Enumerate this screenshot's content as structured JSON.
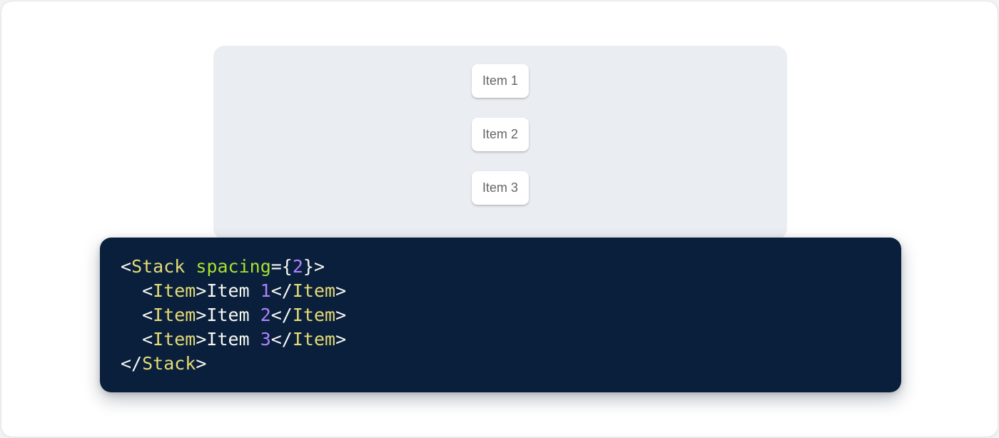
{
  "demo": {
    "panel_background": "#eaedf1",
    "items": [
      {
        "label": "Item 1"
      },
      {
        "label": "Item 2"
      },
      {
        "label": "Item 3"
      }
    ]
  },
  "code_block": {
    "background": "#0a1f3c",
    "language": "jsx",
    "colors": {
      "plain": "#f8f8f2",
      "tag": "#e6db74",
      "attr_name": "#a6e22e",
      "number": "#ae81ff"
    },
    "source": "<Stack spacing={2}>\n  <Item>Item 1</Item>\n  <Item>Item 2</Item>\n  <Item>Item 3</Item>\n</Stack>",
    "lines": [
      [
        {
          "t": "p",
          "s": "<"
        },
        {
          "t": "tag",
          "s": "Stack"
        },
        {
          "t": "p",
          "s": " "
        },
        {
          "t": "attr",
          "s": "spacing"
        },
        {
          "t": "p",
          "s": "={"
        },
        {
          "t": "num",
          "s": "2"
        },
        {
          "t": "p",
          "s": "}>"
        }
      ],
      [
        {
          "t": "p",
          "s": "  <"
        },
        {
          "t": "tag",
          "s": "Item"
        },
        {
          "t": "p",
          "s": ">Item "
        },
        {
          "t": "num",
          "s": "1"
        },
        {
          "t": "p",
          "s": "</"
        },
        {
          "t": "tag",
          "s": "Item"
        },
        {
          "t": "p",
          "s": ">"
        }
      ],
      [
        {
          "t": "p",
          "s": "  <"
        },
        {
          "t": "tag",
          "s": "Item"
        },
        {
          "t": "p",
          "s": ">Item "
        },
        {
          "t": "num",
          "s": "2"
        },
        {
          "t": "p",
          "s": "</"
        },
        {
          "t": "tag",
          "s": "Item"
        },
        {
          "t": "p",
          "s": ">"
        }
      ],
      [
        {
          "t": "p",
          "s": "  <"
        },
        {
          "t": "tag",
          "s": "Item"
        },
        {
          "t": "p",
          "s": ">Item "
        },
        {
          "t": "num",
          "s": "3"
        },
        {
          "t": "p",
          "s": "</"
        },
        {
          "t": "tag",
          "s": "Item"
        },
        {
          "t": "p",
          "s": ">"
        }
      ],
      [
        {
          "t": "p",
          "s": "</"
        },
        {
          "t": "tag",
          "s": "Stack"
        },
        {
          "t": "p",
          "s": ">"
        }
      ]
    ]
  }
}
